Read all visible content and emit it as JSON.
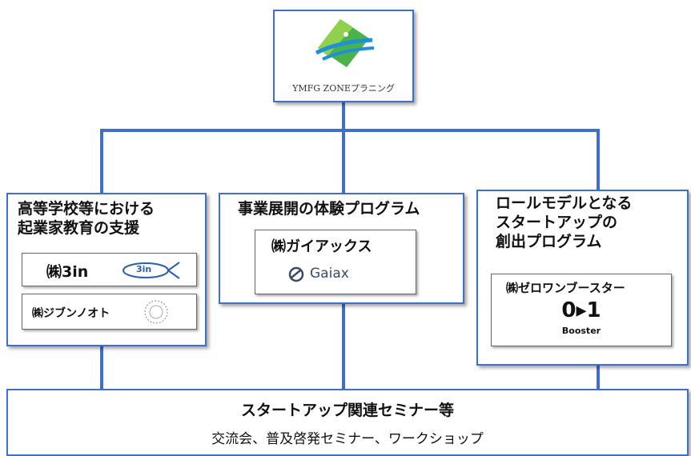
{
  "top": {
    "org_name": "YMFG ZONEプラニング",
    "accent": "#3f6fc6"
  },
  "left": {
    "title": "高等学校等における\n起業家教育の支援",
    "companies": [
      {
        "name": "㈱3in",
        "logo_text": "3in"
      },
      {
        "name": "㈱ジブンノオト",
        "logo_icon": "round-stamp-logo"
      }
    ]
  },
  "center": {
    "title": "事業展開の体験プログラム",
    "company": {
      "name": "㈱ガイアックス",
      "logo_text": "Gaiax"
    }
  },
  "right": {
    "title": "ロールモデルとなる\nスタートアップの\n創出プログラム",
    "company": {
      "name": "㈱ゼロワンブースター",
      "logo_main": "0▸1",
      "logo_sub": "Booster"
    }
  },
  "bottom": {
    "title": "スタートアップ関連セミナー等",
    "subtitle": "交流会、普及啓発セミナー、ワークショップ"
  }
}
